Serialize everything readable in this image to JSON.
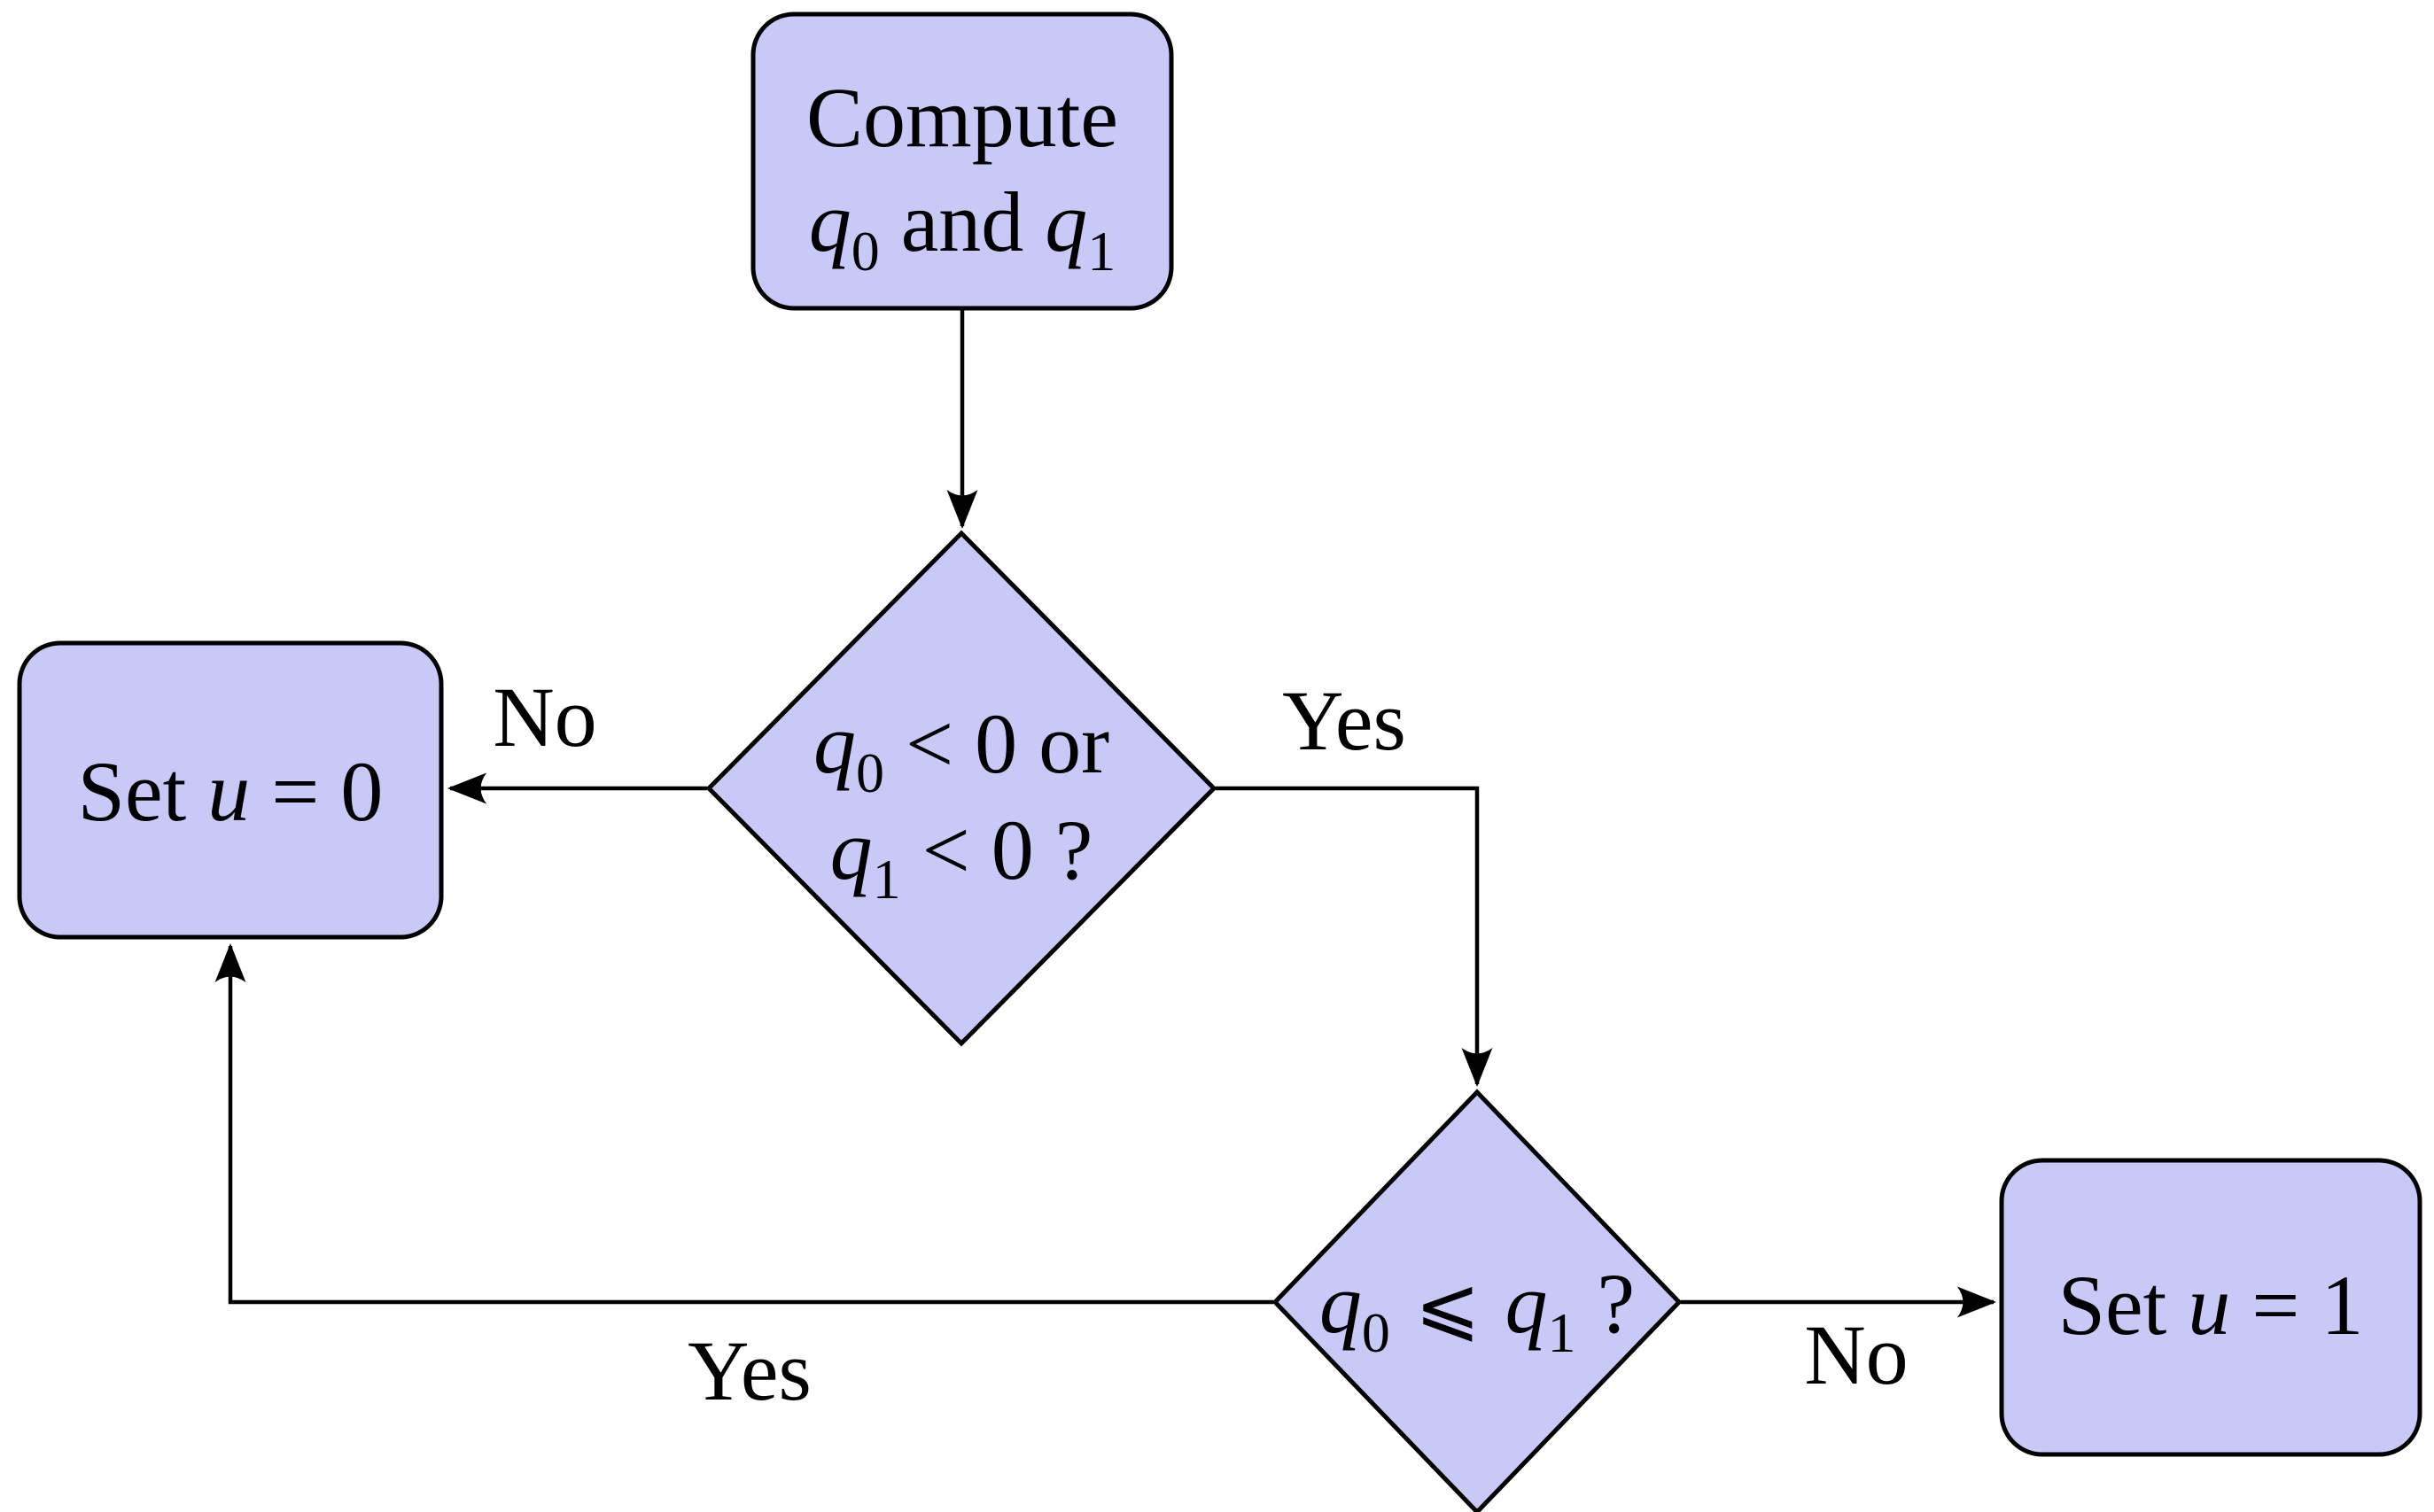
{
  "diagram": {
    "type": "flowchart",
    "background_color": "#ffffff",
    "node_fill_color": "#c9c9f7",
    "node_border_color": "#000000",
    "line_color": "#000000"
  },
  "nodes": {
    "compute": {
      "shape": "rounded-rectangle",
      "role": "process",
      "line1": "Compute",
      "line2_parts": [
        {
          "t": "q"
        },
        {
          "t": "0"
        },
        {
          "t": " and "
        },
        {
          "t": "q"
        },
        {
          "t": "1"
        }
      ]
    },
    "decision1": {
      "shape": "diamond",
      "role": "decision",
      "line1_parts": [
        {
          "t": "q"
        },
        {
          "t": "0"
        },
        {
          "t": " < 0 or"
        }
      ],
      "line2_parts": [
        {
          "t": "q"
        },
        {
          "t": "1"
        },
        {
          "t": " < 0 ?"
        }
      ]
    },
    "set_u0": {
      "shape": "rounded-rectangle",
      "role": "action",
      "parts": [
        {
          "t": "Set "
        },
        {
          "t": "u"
        },
        {
          "t": " = 0"
        }
      ]
    },
    "decision2": {
      "shape": "diamond",
      "role": "decision",
      "parts": [
        {
          "t": "q"
        },
        {
          "t": "0"
        },
        {
          "t": " ⩽ "
        },
        {
          "t": "q"
        },
        {
          "t": "1"
        },
        {
          "t": " ?"
        }
      ]
    },
    "set_u1": {
      "shape": "rounded-rectangle",
      "role": "action",
      "parts": [
        {
          "t": "Set "
        },
        {
          "t": "u"
        },
        {
          "t": " = 1"
        }
      ]
    }
  },
  "edges": [
    {
      "from": "compute",
      "to": "decision1",
      "label": ""
    },
    {
      "from": "decision1",
      "to": "set_u0",
      "label": "No"
    },
    {
      "from": "decision1",
      "to": "decision2",
      "label": "Yes"
    },
    {
      "from": "decision2",
      "to": "set_u1",
      "label": "No"
    },
    {
      "from": "decision2",
      "to": "set_u0",
      "label": "Yes"
    }
  ]
}
